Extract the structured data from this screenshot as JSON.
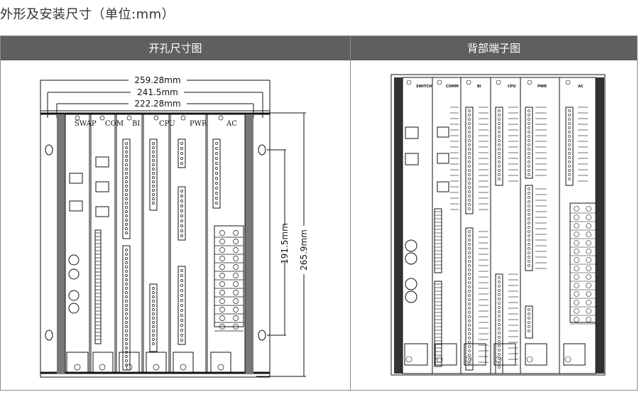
{
  "page": {
    "title": "外形及安装尺寸（单位:mm）"
  },
  "table": {
    "left_header": "开孔尺寸图",
    "right_header": "背部端子图"
  },
  "front_view": {
    "dims": {
      "overall_width": "259.28mm",
      "inner_width": "241.5mm",
      "cutout_width": "222.28mm",
      "mount_height": "191.5mm",
      "overall_height": "265.9mm"
    },
    "module_labels": [
      "SWAP",
      "COM",
      "BI",
      "CPU",
      "PWR",
      "AC"
    ]
  },
  "rear_view": {
    "module_labels": [
      "SWITCH",
      "COMM",
      "BI",
      "CPU",
      "PWR",
      "AC"
    ]
  }
}
